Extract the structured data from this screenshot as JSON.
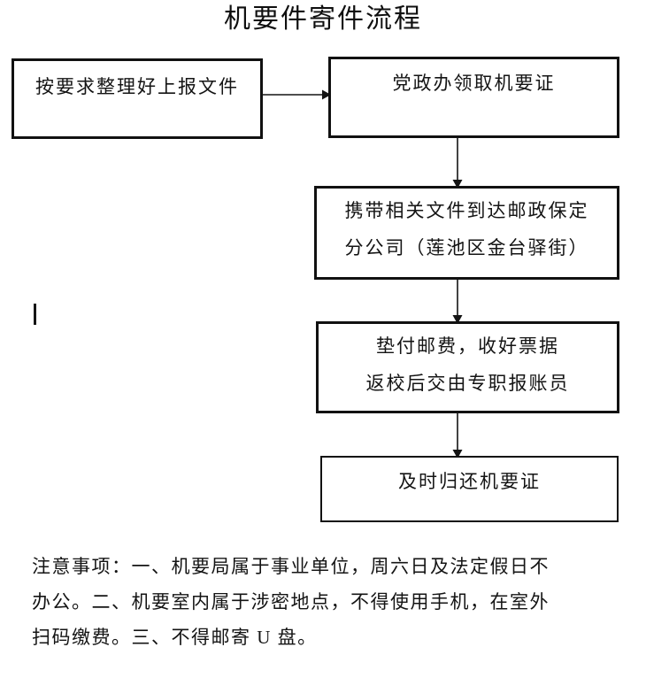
{
  "document": {
    "title": "机要件寄件流程",
    "background_color": "#ffffff",
    "ink_color": "#141414"
  },
  "flowchart": {
    "type": "flowchart",
    "orientation": "top-down with one left-to-right step",
    "nodes": [
      {
        "id": "step-1",
        "order": 1,
        "lines": [
          "按要求整理好上报文件"
        ]
      },
      {
        "id": "step-2",
        "order": 2,
        "lines": [
          "党政办领取机要证"
        ]
      },
      {
        "id": "step-3",
        "order": 3,
        "lines": [
          "携带相关文件到达邮政保定",
          "分公司（莲池区金台驿街）"
        ]
      },
      {
        "id": "step-4",
        "order": 4,
        "lines": [
          "垫付邮费，收好票据",
          "返校后交由专职报账员"
        ]
      },
      {
        "id": "step-5",
        "order": 5,
        "lines": [
          "及时归还机要证"
        ]
      }
    ],
    "connectors": [
      {
        "id": "conn-1-2",
        "from": "step-1",
        "to": "step-2",
        "direction": "right"
      },
      {
        "id": "conn-2-3",
        "from": "step-2",
        "to": "step-3",
        "direction": "down"
      },
      {
        "id": "conn-3-4",
        "from": "step-3",
        "to": "step-4",
        "direction": "down"
      },
      {
        "id": "conn-4-5",
        "from": "step-4",
        "to": "step-5",
        "direction": "down"
      }
    ]
  },
  "notes": {
    "lines": [
      "注意事项：一、机要局属于事业单位，周六日及法定假日不",
      "办公。二、机要室内属于涉密地点，不得使用手机，在室外",
      "扫码缴费。三、不得邮寄 U 盘。"
    ]
  }
}
